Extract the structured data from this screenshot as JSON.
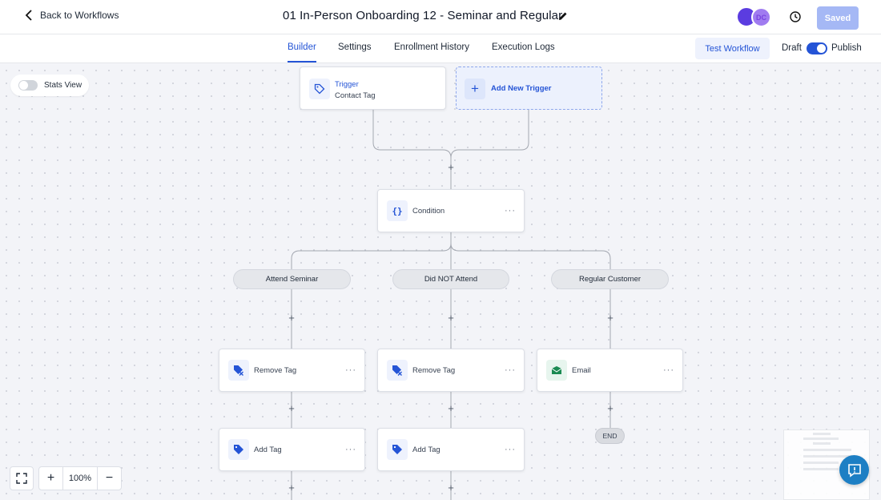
{
  "header": {
    "back_label": "Back to Workflows",
    "workflow_title": "01 In-Person Onboarding 12 - Seminar and Regular",
    "avatar_initials": "DC",
    "saved_label": "Saved"
  },
  "tabs": [
    {
      "label": "Builder",
      "active": true
    },
    {
      "label": "Settings",
      "active": false
    },
    {
      "label": "Enrollment History",
      "active": false
    },
    {
      "label": "Execution Logs",
      "active": false
    }
  ],
  "actions": {
    "test_workflow_label": "Test Workflow",
    "draft_label": "Draft",
    "publish_label": "Publish",
    "publish_on": true
  },
  "canvas": {
    "stats_view_label": "Stats View",
    "stats_view_on": false,
    "trigger": {
      "title": "Trigger",
      "subtitle": "Contact Tag",
      "icon": "tag-icon"
    },
    "add_trigger_label": "Add New Trigger",
    "condition": {
      "label": "Condition",
      "icon": "braces-icon"
    },
    "branches": [
      {
        "label": "Attend Seminar",
        "steps": [
          {
            "label": "Remove Tag",
            "icon": "remove-tag-icon"
          },
          {
            "label": "Add Tag",
            "icon": "add-tag-icon"
          }
        ]
      },
      {
        "label": "Did NOT Attend",
        "steps": [
          {
            "label": "Remove Tag",
            "icon": "remove-tag-icon"
          },
          {
            "label": "Add Tag",
            "icon": "add-tag-icon"
          }
        ]
      },
      {
        "label": "Regular Customer",
        "steps": [
          {
            "label": "Email",
            "icon": "email-icon"
          }
        ]
      }
    ],
    "end_label": "END",
    "plus_symbol": "+",
    "menu_symbol": "···"
  },
  "zoom": {
    "level": "100%",
    "zoom_in": "+",
    "zoom_out": "−"
  },
  "colors": {
    "accent": "#2454d6",
    "saved_button": "#a5b8f5",
    "help_button": "#1d7fc4",
    "email_icon": "#1a8a52"
  }
}
